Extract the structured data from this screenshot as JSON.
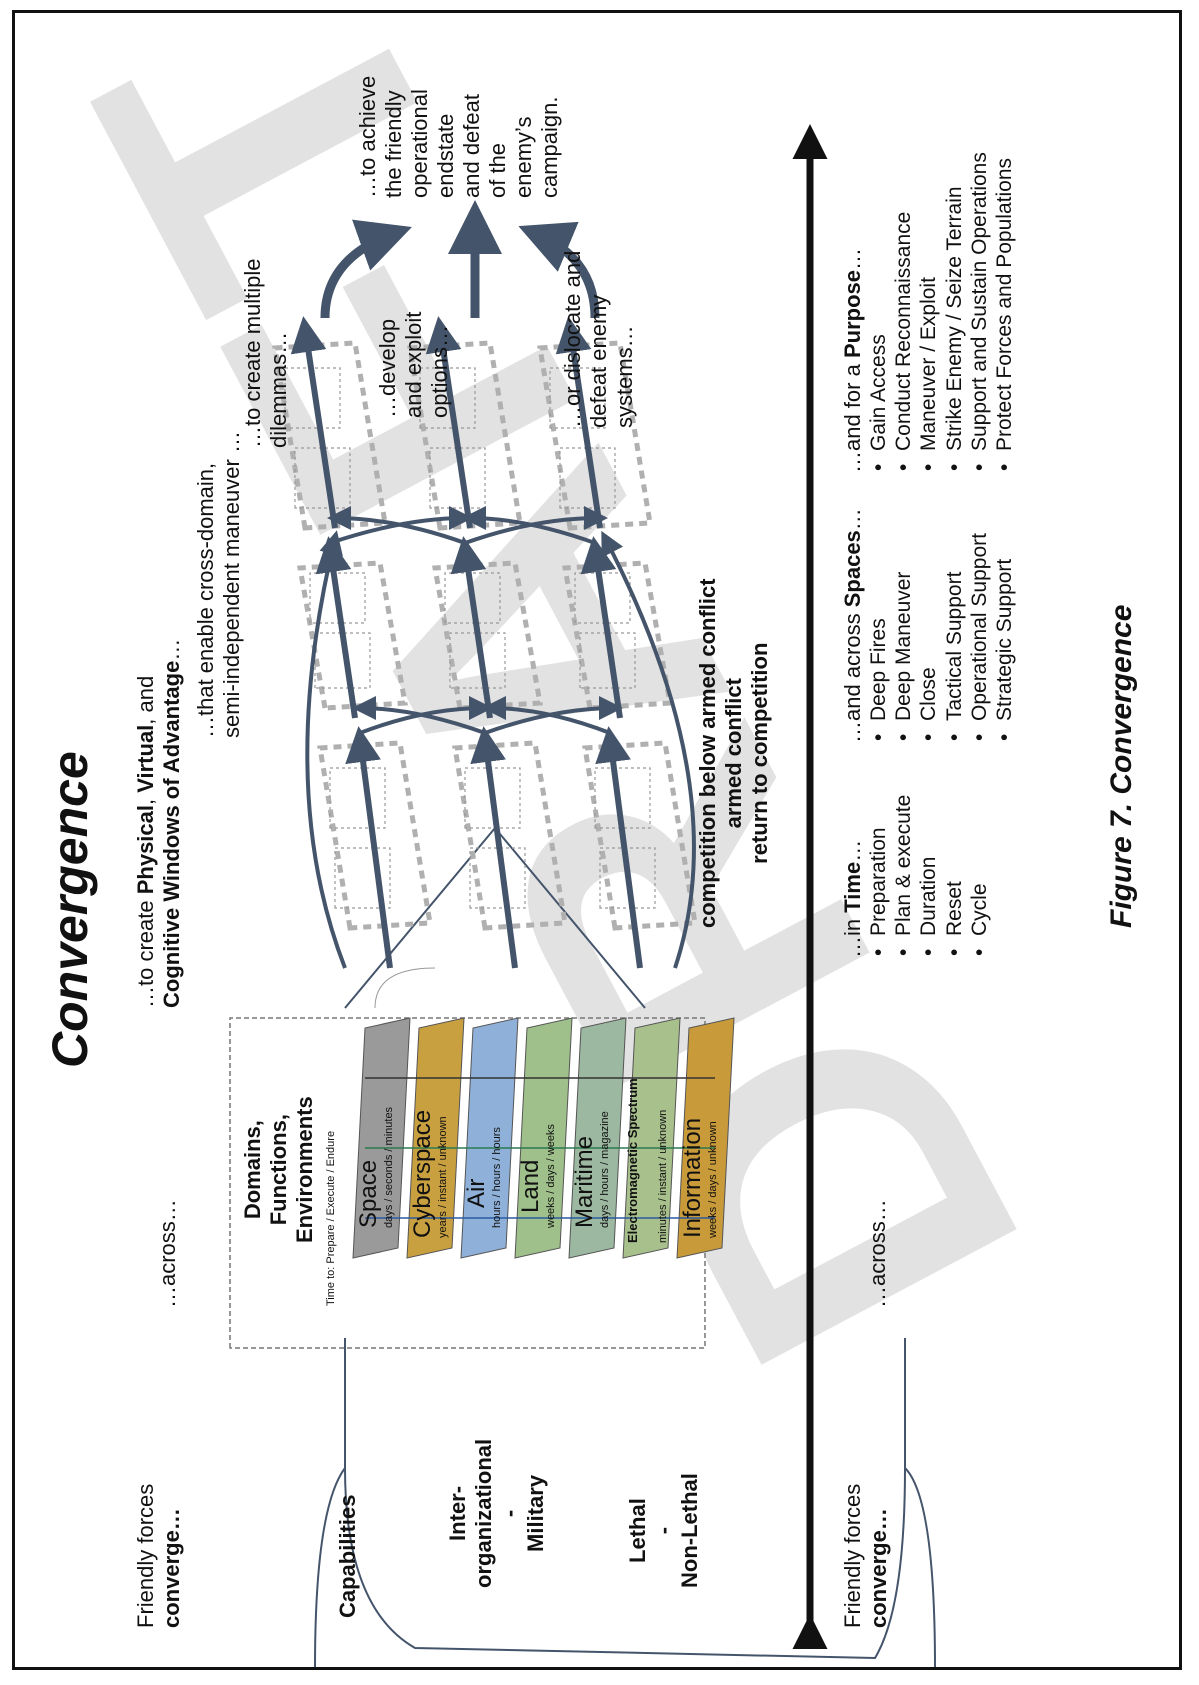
{
  "title": "Convergence",
  "caption": "Figure 7.  Convergence",
  "watermark": "DRAFT",
  "left_panel": {
    "friendly_forces_prefix": "Friendly forces",
    "friendly_forces_bold": "converge…",
    "across": "…across…",
    "capabilities": "Capabilities",
    "inter_org_line1": "Inter-",
    "inter_org_line2": "organizational",
    "dash1": "-",
    "military": "Military",
    "lethal": "Lethal",
    "dash2": "-",
    "non_lethal": "Non-Lethal"
  },
  "domains_box": {
    "heading_line1": "Domains,",
    "heading_line2": "Functions,",
    "heading_line3": "Environments",
    "time_to": "Time to: Prepare / Execute / Endure",
    "layers": [
      {
        "name": "Space",
        "time": "days / seconds / minutes",
        "color": "#9a9a9a"
      },
      {
        "name": "Cyberspace",
        "time": "years / instant / unknown",
        "color": "#c9a040"
      },
      {
        "name": "Air",
        "time": "hours / hours / hours",
        "color": "#8fb0d8"
      },
      {
        "name": "Land",
        "time": "weeks / days / weeks",
        "color": "#9fc08a"
      },
      {
        "name": "Maritime",
        "time": "days / hours / magazine",
        "color": "#9cb8a0"
      },
      {
        "name": "Electromagnetic Spectrum",
        "time": "minutes / instant / unknown",
        "color": "#a8c08c"
      },
      {
        "name": "Information",
        "time": "weeks / days / unknown",
        "color": "#c89a3a"
      }
    ]
  },
  "windows": {
    "prefix": "…to create ",
    "bold1": "Physical",
    "sep1": ", ",
    "bold2": "Virtual",
    "sep2": ", and",
    "line2": "Cognitive Windows of Advantage",
    "suffix": "…"
  },
  "enable_text": {
    "line1": "…that enable cross-domain,",
    "line2": "semi-independent  maneuver  …"
  },
  "phases": {
    "line1": "competition below armed conflict",
    "line2": "armed conflict",
    "line3": "return to competition"
  },
  "outcomes": {
    "dilemmas_line1": "…to create multiple",
    "dilemmas_line2": "dilemmas…",
    "options_line1": "…develop",
    "options_line2": "and exploit",
    "options_line3": "options…",
    "dislocate_line1": "…or dislocate and",
    "dislocate_line2": "defeat enemy",
    "dislocate_line3": "systems…",
    "final_line1": "…to achieve",
    "final_line2": "the friendly",
    "final_line3": "operational",
    "final_line4": "endstate",
    "final_line5": "and defeat",
    "final_line6": "of the",
    "final_line7": "enemy’s",
    "final_line8": "campaign."
  },
  "bottom": {
    "friendly_forces_prefix": "Friendly forces",
    "friendly_forces_bold": "converge…",
    "across": "…across…",
    "time_prefix": "…in ",
    "time_bold": "Time",
    "time_suffix": "…",
    "time_items": [
      "Preparation",
      "Plan & execute",
      "Duration",
      "Reset",
      "Cycle"
    ],
    "spaces_prefix": "…and across ",
    "spaces_bold": "Spaces",
    "spaces_suffix": "…",
    "spaces_items": [
      "Deep Fires",
      "Deep Maneuver",
      "Close",
      "Tactical Support",
      "Operational Support",
      "Strategic Support"
    ],
    "purpose_prefix": "…and for a ",
    "purpose_bold": "Purpose",
    "purpose_suffix": "…",
    "purpose_items": [
      "Gain Access",
      "Conduct Reconnaissance",
      "Maneuver / Exploit",
      "Strike Enemy / Seize Terrain",
      "Support and Sustain Operations",
      "Protect Forces and Populations"
    ]
  },
  "colors": {
    "arrow": "#44546a",
    "dashed_box": "#b0b0b0",
    "border": "#111111"
  }
}
